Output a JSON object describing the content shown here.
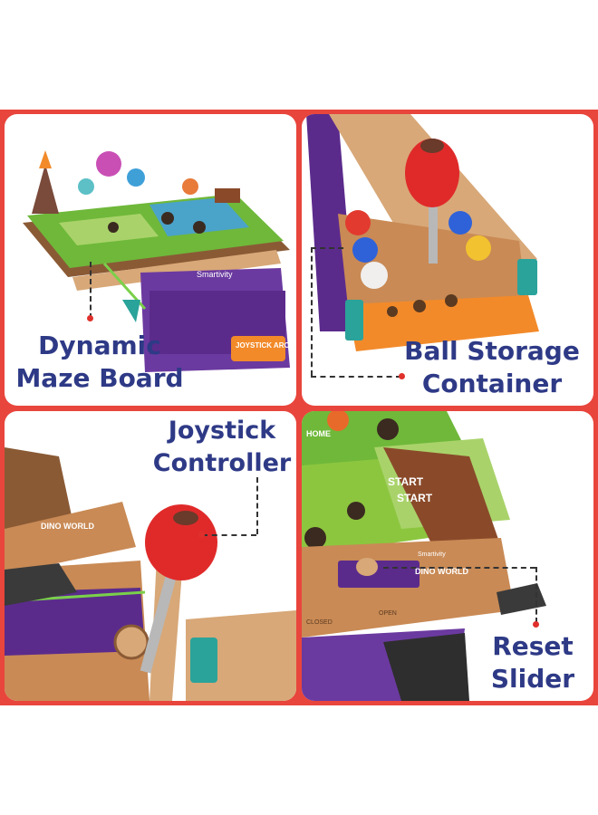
{
  "labels": {
    "maze_board": [
      "Dynamic",
      "Maze Board"
    ],
    "ball_storage": [
      "Ball Storage",
      "Container"
    ],
    "joystick": [
      "Joystick",
      "Controller"
    ],
    "reset_slider": [
      "Reset",
      "Slider"
    ]
  },
  "product_text": {
    "brand": "Smartivity",
    "arcade": "JOYSTICK ARCADE MAZE",
    "dino": "DINO WORLD",
    "start": "START",
    "home": "HOME",
    "closed": "CLOSED",
    "open": "OPEN"
  },
  "colors": {
    "frame": "#e8453c",
    "label_text": "#2e3a86",
    "wood": "#c98a55",
    "purple": "#5b2b8c",
    "green": "#8cc63f",
    "red_ball": "#e23a2f",
    "blue_ball": "#2f62d8",
    "yellow_ball": "#f2c230"
  }
}
